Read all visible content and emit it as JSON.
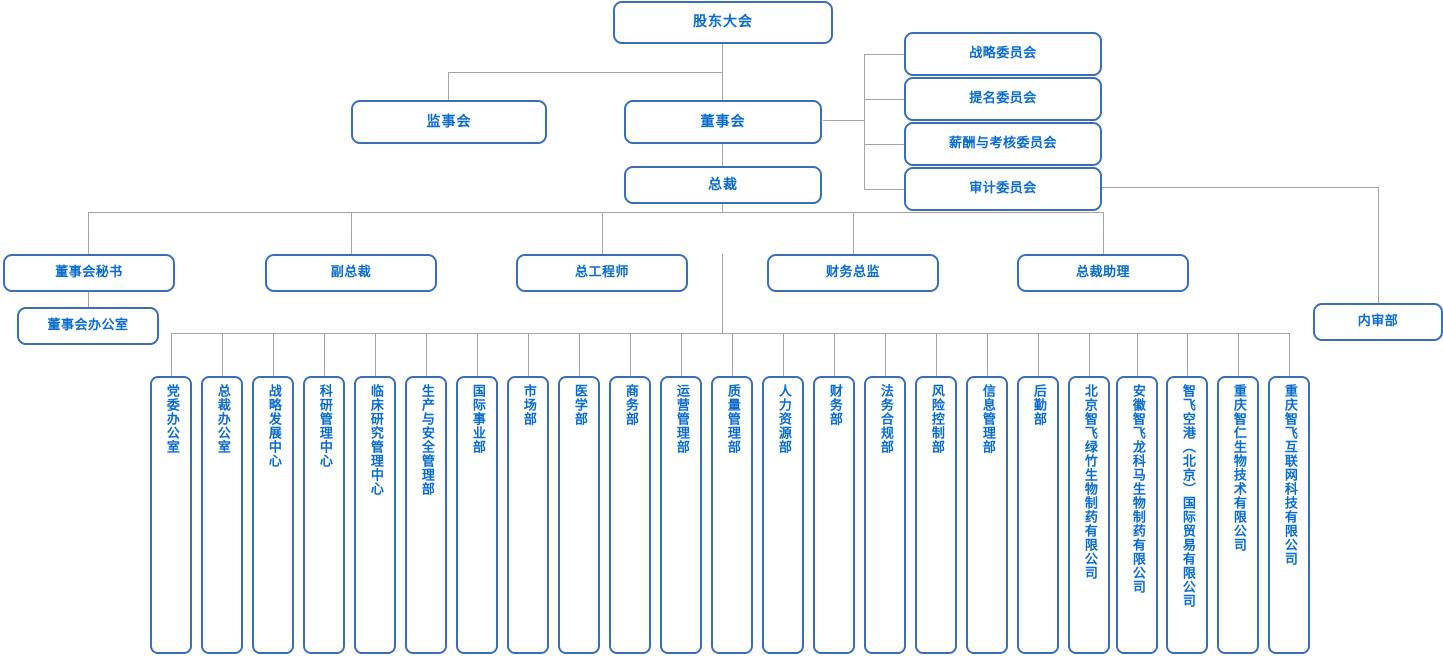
{
  "meta": {
    "title": "组织架构图",
    "colors": {
      "border": "#3a6fb5",
      "text": "#0a6ccc",
      "connector": "#a8a59e",
      "background": "#ffffff"
    }
  },
  "top": {
    "shareholders_meeting": "股东大会",
    "board_of_directors": "董事会",
    "president": "总裁",
    "board_of_supervisors": "监事会"
  },
  "committees": [
    {
      "label": "战略委员会"
    },
    {
      "label": "提名委员会"
    },
    {
      "label": "薪酬与考核委员会"
    },
    {
      "label": "审计委员会"
    }
  ],
  "executives": [
    {
      "label": "董事会秘书"
    },
    {
      "label": "副总裁"
    },
    {
      "label": "总工程师"
    },
    {
      "label": "财务总监"
    },
    {
      "label": "总裁助理"
    }
  ],
  "board_office": {
    "label": "董事会办公室"
  },
  "internal_audit": {
    "label": "内审部"
  },
  "departments": [
    {
      "label": "党委办公室"
    },
    {
      "label": "总裁办公室"
    },
    {
      "label": "战略发展中心"
    },
    {
      "label": "科研管理中心"
    },
    {
      "label": "临床研究管理中心"
    },
    {
      "label": "生产与安全管理部"
    },
    {
      "label": "国际事业部"
    },
    {
      "label": "市场部"
    },
    {
      "label": "医学部"
    },
    {
      "label": "商务部"
    },
    {
      "label": "运营管理部"
    },
    {
      "label": "质量管理部"
    },
    {
      "label": "人力资源部"
    },
    {
      "label": "财务部"
    },
    {
      "label": "法务合规部"
    },
    {
      "label": "风险控制部"
    },
    {
      "label": "信息管理部"
    },
    {
      "label": "后勤部"
    },
    {
      "label": "北京智飞绿竹生物制药有限公司"
    },
    {
      "label": "安徽智飞龙科马生物制药有限公司"
    },
    {
      "label": "智飞空港（北京）国际贸易有限公司"
    },
    {
      "label": "重庆智仁生物技术有限公司"
    },
    {
      "label": "重庆智飞互联网科技有限公司"
    }
  ]
}
